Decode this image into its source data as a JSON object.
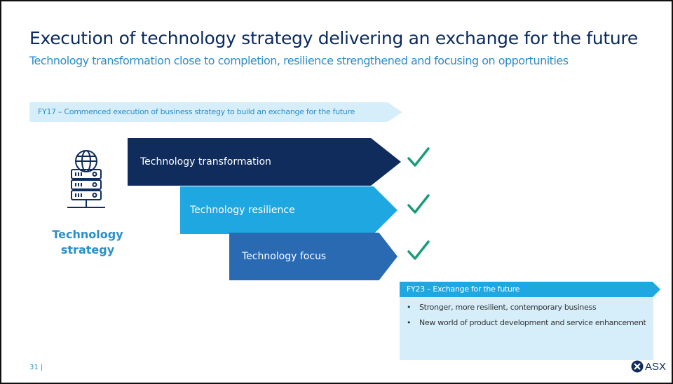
{
  "slide": {
    "title": "Execution of technology strategy delivering an exchange for the future",
    "subtitle": "Technology transformation close to completion, resilience strengthened and focusing on opportunities",
    "fy17_banner": "FY17 – Commenced execution of business strategy to build an exchange for the future",
    "strategy_label": {
      "line1": "Technology",
      "line2": "strategy"
    },
    "stages": [
      {
        "label": "Technology transformation",
        "status": "complete"
      },
      {
        "label": "Technology resilience",
        "status": "complete"
      },
      {
        "label": "Technology focus",
        "status": "complete"
      }
    ],
    "fy23": {
      "header": "FY23 – Exchange for the future",
      "items": [
        "Stronger, more resilient, contemporary business",
        "New world of product development and service enhancement"
      ]
    },
    "page_number": "31 |",
    "logo_text": "ASX"
  },
  "icons": {
    "server": "server-globe-icon",
    "check": "check-icon",
    "logo": "asx-logo-icon"
  },
  "colors": {
    "navy": "#0f2c5c",
    "cyan": "#1ea7e1",
    "mid_blue": "#2a6ab3",
    "light_blue": "#d6eefa",
    "check_green": "#1a9b7a"
  }
}
